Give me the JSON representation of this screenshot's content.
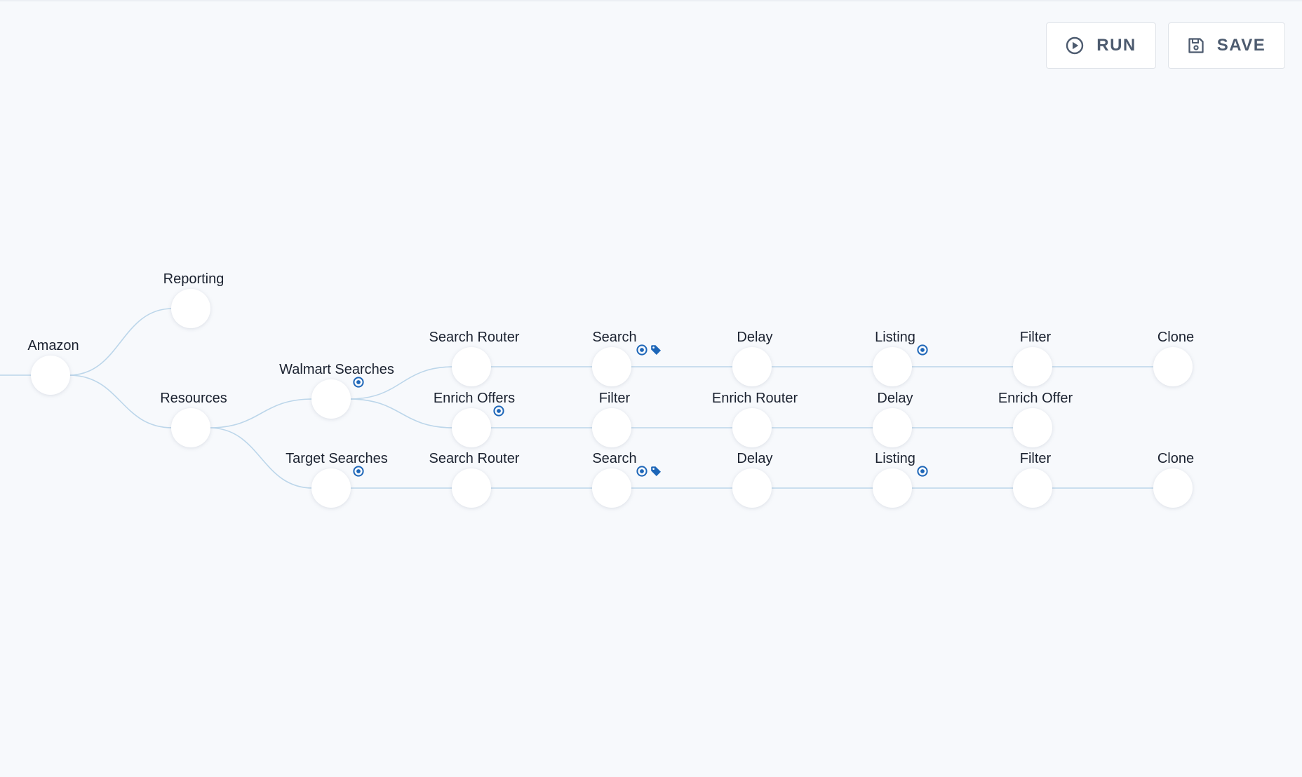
{
  "toolbar": {
    "run_label": "RUN",
    "run_icon": "play-circle-icon",
    "save_label": "SAVE",
    "save_icon": "floppy-disk-icon"
  },
  "colors": {
    "background": "#f7f9fc",
    "edge": "#bcd6ea",
    "node": "#ffffff",
    "accent": "#1d66b8",
    "text": "#1b2230",
    "button_text": "#4d5b6f"
  },
  "workflow": {
    "nodes": [
      {
        "id": "amazon",
        "label": "Amazon",
        "badges": []
      },
      {
        "id": "reporting",
        "label": "Reporting",
        "badges": []
      },
      {
        "id": "resources",
        "label": "Resources",
        "badges": []
      },
      {
        "id": "walmart-searches",
        "label": "Walmart Searches",
        "badges": [
          "target-icon"
        ]
      },
      {
        "id": "target-searches",
        "label": "Target Searches",
        "badges": [
          "target-icon"
        ]
      },
      {
        "id": "w-search-router",
        "label": "Search Router",
        "badges": []
      },
      {
        "id": "w-search",
        "label": "Search",
        "badges": [
          "target-icon",
          "tag-icon"
        ]
      },
      {
        "id": "w-delay",
        "label": "Delay",
        "badges": []
      },
      {
        "id": "w-listing",
        "label": "Listing",
        "badges": [
          "target-icon"
        ]
      },
      {
        "id": "w-filter",
        "label": "Filter",
        "badges": []
      },
      {
        "id": "w-clone",
        "label": "Clone",
        "badges": []
      },
      {
        "id": "e-enrich-offers",
        "label": "Enrich Offers",
        "badges": [
          "target-icon"
        ]
      },
      {
        "id": "e-filter",
        "label": "Filter",
        "badges": []
      },
      {
        "id": "e-enrich-router",
        "label": "Enrich Router",
        "badges": []
      },
      {
        "id": "e-delay",
        "label": "Delay",
        "badges": []
      },
      {
        "id": "e-enrich-offer",
        "label": "Enrich Offer",
        "badges": []
      },
      {
        "id": "t-search-router",
        "label": "Search Router",
        "badges": []
      },
      {
        "id": "t-search",
        "label": "Search",
        "badges": [
          "target-icon",
          "tag-icon"
        ]
      },
      {
        "id": "t-delay",
        "label": "Delay",
        "badges": []
      },
      {
        "id": "t-listing",
        "label": "Listing",
        "badges": [
          "target-icon"
        ]
      },
      {
        "id": "t-filter",
        "label": "Filter",
        "badges": []
      },
      {
        "id": "t-clone",
        "label": "Clone",
        "badges": []
      }
    ],
    "edges": [
      [
        "amazon",
        "reporting"
      ],
      [
        "amazon",
        "resources"
      ],
      [
        "resources",
        "walmart-searches"
      ],
      [
        "resources",
        "target-searches"
      ],
      [
        "walmart-searches",
        "w-search-router"
      ],
      [
        "walmart-searches",
        "e-enrich-offers"
      ],
      [
        "w-search-router",
        "w-search"
      ],
      [
        "w-search",
        "w-delay"
      ],
      [
        "w-delay",
        "w-listing"
      ],
      [
        "w-listing",
        "w-filter"
      ],
      [
        "w-filter",
        "w-clone"
      ],
      [
        "e-enrich-offers",
        "e-filter"
      ],
      [
        "e-filter",
        "e-enrich-router"
      ],
      [
        "e-enrich-router",
        "e-delay"
      ],
      [
        "e-delay",
        "e-enrich-offer"
      ],
      [
        "target-searches",
        "t-search-router"
      ],
      [
        "t-search-router",
        "t-search"
      ],
      [
        "t-search",
        "t-delay"
      ],
      [
        "t-delay",
        "t-listing"
      ],
      [
        "t-listing",
        "t-filter"
      ],
      [
        "t-filter",
        "t-clone"
      ]
    ]
  }
}
